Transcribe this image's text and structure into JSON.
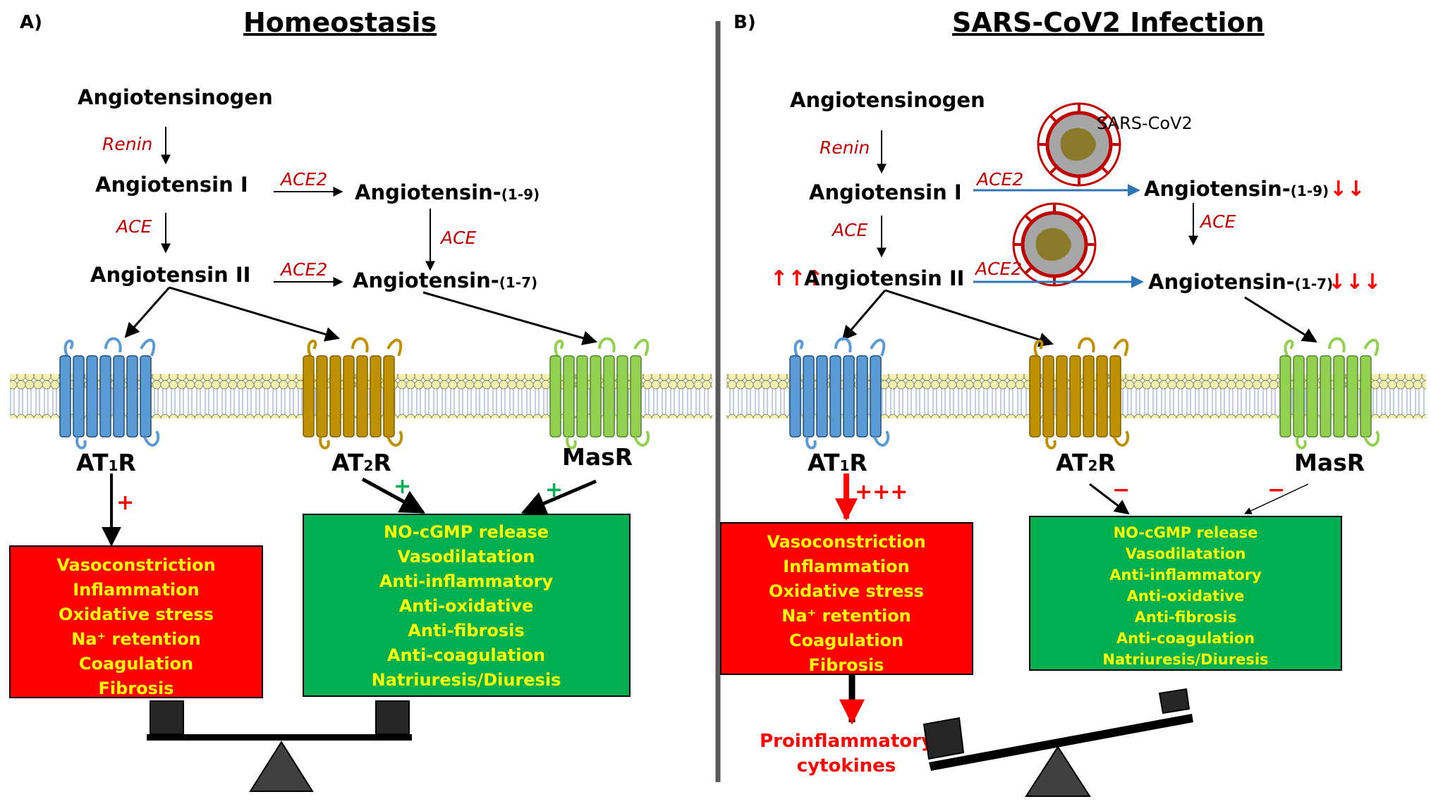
{
  "panel_a": {
    "label": "A)",
    "title": "Homeostasis",
    "angiotensinogen": "Angiotensinogen",
    "renin": "Renin",
    "ang1": "Angiotensin I",
    "ace": "ACE",
    "ang2": "Angiotensin II",
    "ace2_top": "ACE2",
    "ace2_bottom": "ACE2",
    "ang19_main": "Angiotensin-",
    "ang19_sub": "(1-9)",
    "ace_right": "ACE",
    "ang17_main": "Angiotensin-",
    "ang17_sub": "(1-7)",
    "at1r_main": "AT",
    "at1r_sub": "1",
    "at1r_end": "R",
    "at2r_main": "AT",
    "at2r_sub": "2",
    "at2r_end": "R",
    "masr": "MasR",
    "sign_at1r": "+",
    "sign_at2r": "+",
    "sign_masr": "+",
    "red_box": [
      "Vasoconstriction",
      "Inflammation",
      "Oxidative stress",
      "Na⁺ retention",
      "Coagulation",
      "Fibrosis"
    ],
    "green_box": [
      "NO-cGMP release",
      "Vasodilatation",
      "Anti-inflammatory",
      "Anti-oxidative",
      "Anti-fibrosis",
      "Anti-coagulation",
      "Natriuresis/Diuresis"
    ]
  },
  "panel_b": {
    "label": "B)",
    "title": "SARS-CoV2 Infection",
    "angiotensinogen": "Angiotensinogen",
    "renin": "Renin",
    "ang1": "Angiotensin I",
    "ace": "ACE",
    "ang2": "Angiotensin II",
    "ang2_up": "↑↑↑",
    "ace2_top": "ACE2",
    "ace2_bottom": "ACE2",
    "virus_label": "SARS-CoV2",
    "ang19_main": "Angiotensin-",
    "ang19_sub": "(1-9)",
    "ang19_down": "↓↓",
    "ace_right": "ACE",
    "ang17_main": "Angiotensin-",
    "ang17_sub": "(1-7)",
    "ang17_down": "↓↓↓",
    "at1r_main": "AT",
    "at1r_sub": "1",
    "at1r_end": "R",
    "at2r_main": "AT",
    "at2r_sub": "2",
    "at2r_end": "R",
    "masr": "MasR",
    "sign_at1r": "+++",
    "sign_at2r": "−",
    "sign_masr": "−",
    "red_box": [
      "Vasoconstriction",
      "Inflammation",
      "Oxidative stress",
      "Na⁺ retention",
      "Coagulation",
      "Fibrosis"
    ],
    "green_box": [
      "NO-cGMP release",
      "Vasodilatation",
      "Anti-inflammatory",
      "Anti-oxidative",
      "Anti-fibrosis",
      "Anti-coagulation",
      "Natriuresis/Diuresis"
    ],
    "cytokines": [
      "Proinflammatory",
      "cytokines"
    ]
  },
  "colors": {
    "enzyme_text": "#c00000",
    "red_box": "#ff0000",
    "green_box": "#00b050",
    "box_text": "#ffff00",
    "at1r": "#5b9bd5",
    "at2r": "#bf9000",
    "masr": "#92d050",
    "ace2_arrow": "#2e75b6",
    "membrane_heads": "#f2efb3",
    "membrane_tails": "#b4c7e7"
  }
}
